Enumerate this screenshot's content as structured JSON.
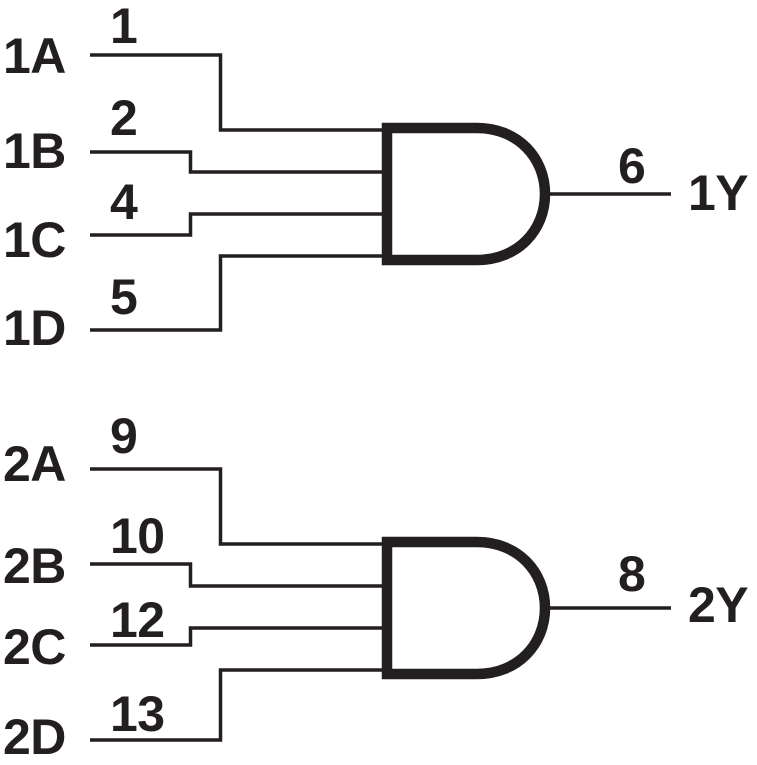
{
  "colors": {
    "ink": "#231f20",
    "background": "#ffffff"
  },
  "diagram": {
    "kind": "logic gate schematic",
    "gate_shape": "AND"
  },
  "gates": [
    {
      "name": "gate-1",
      "type": "4-input AND",
      "inputs": [
        {
          "label": "1A",
          "pin": "1"
        },
        {
          "label": "1B",
          "pin": "2"
        },
        {
          "label": "1C",
          "pin": "4"
        },
        {
          "label": "1D",
          "pin": "5"
        }
      ],
      "output": {
        "label": "1Y",
        "pin": "6"
      }
    },
    {
      "name": "gate-2",
      "type": "4-input AND",
      "inputs": [
        {
          "label": "2A",
          "pin": "9"
        },
        {
          "label": "2B",
          "pin": "10"
        },
        {
          "label": "2C",
          "pin": "12"
        },
        {
          "label": "2D",
          "pin": "13"
        }
      ],
      "output": {
        "label": "2Y",
        "pin": "8"
      }
    }
  ]
}
